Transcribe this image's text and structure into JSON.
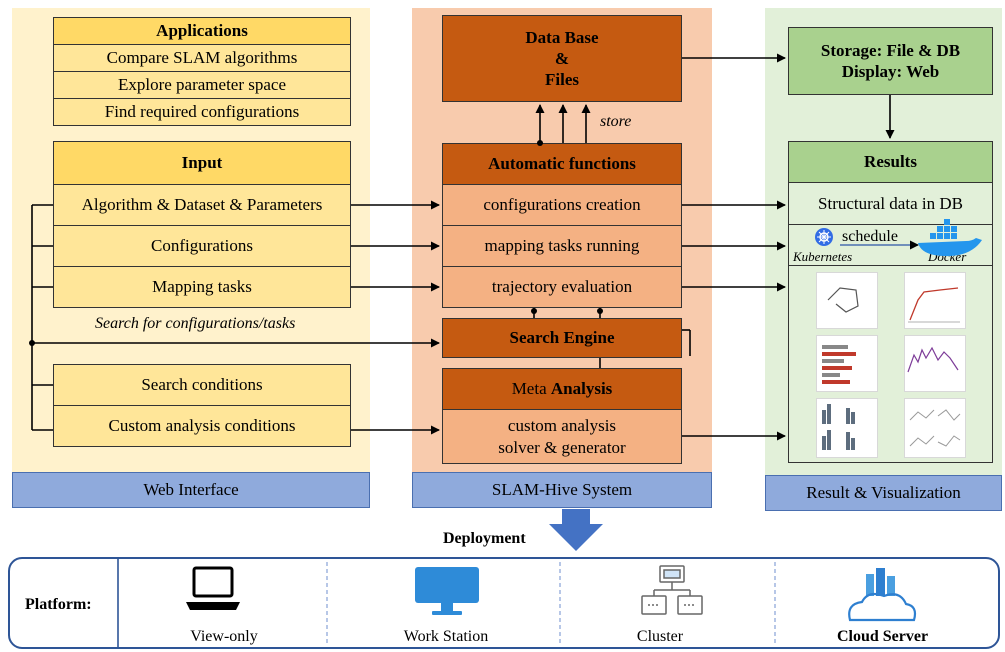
{
  "web_interface": {
    "applications": {
      "header": "Applications",
      "items": [
        "Compare SLAM algorithms",
        "Explore parameter space",
        "Find required configurations"
      ]
    },
    "input": {
      "header": "Input",
      "items": [
        "Algorithm & Dataset & Parameters",
        "Configurations",
        "Mapping tasks"
      ]
    },
    "search_note": "Search for configurations/tasks",
    "conditions": [
      "Search conditions",
      "Custom analysis conditions"
    ],
    "label": "Web Interface"
  },
  "slam_hive": {
    "database": [
      "Data Base",
      "&",
      "Files"
    ],
    "store_label": "store",
    "automatic": {
      "header": "Automatic functions",
      "items": [
        "configurations creation",
        "mapping tasks running",
        "trajectory evaluation"
      ]
    },
    "search_engine": "Search Engine",
    "meta": {
      "header_prefix": "Meta ",
      "header_bold": "Analysis",
      "items": [
        "custom analysis",
        "solver & generator"
      ]
    },
    "label": "SLAM-Hive System"
  },
  "results_panel": {
    "storage": [
      "Storage: File & DB",
      "Display: Web"
    ],
    "results_header": "Results",
    "structural": "Structural data in DB",
    "schedule": "schedule",
    "kubernetes": "Kubernetes",
    "docker": "Docker",
    "label": "Result & Visualization"
  },
  "deployment": {
    "label": "Deployment",
    "platform_label": "Platform:",
    "platforms": [
      {
        "name": "View-only",
        "icon": "laptop-icon"
      },
      {
        "name": "Work Station",
        "icon": "monitor-icon"
      },
      {
        "name": "Cluster",
        "icon": "cluster-icon"
      },
      {
        "name": "Cloud Server",
        "icon": "cloud-server-icon"
      }
    ]
  },
  "colors": {
    "yellow_panel": "#fff2cc",
    "orange_panel": "#f8cbad",
    "green_panel": "#e2f0d9",
    "blue_label": "#8faadc",
    "dark_orange": "#c55a11"
  }
}
